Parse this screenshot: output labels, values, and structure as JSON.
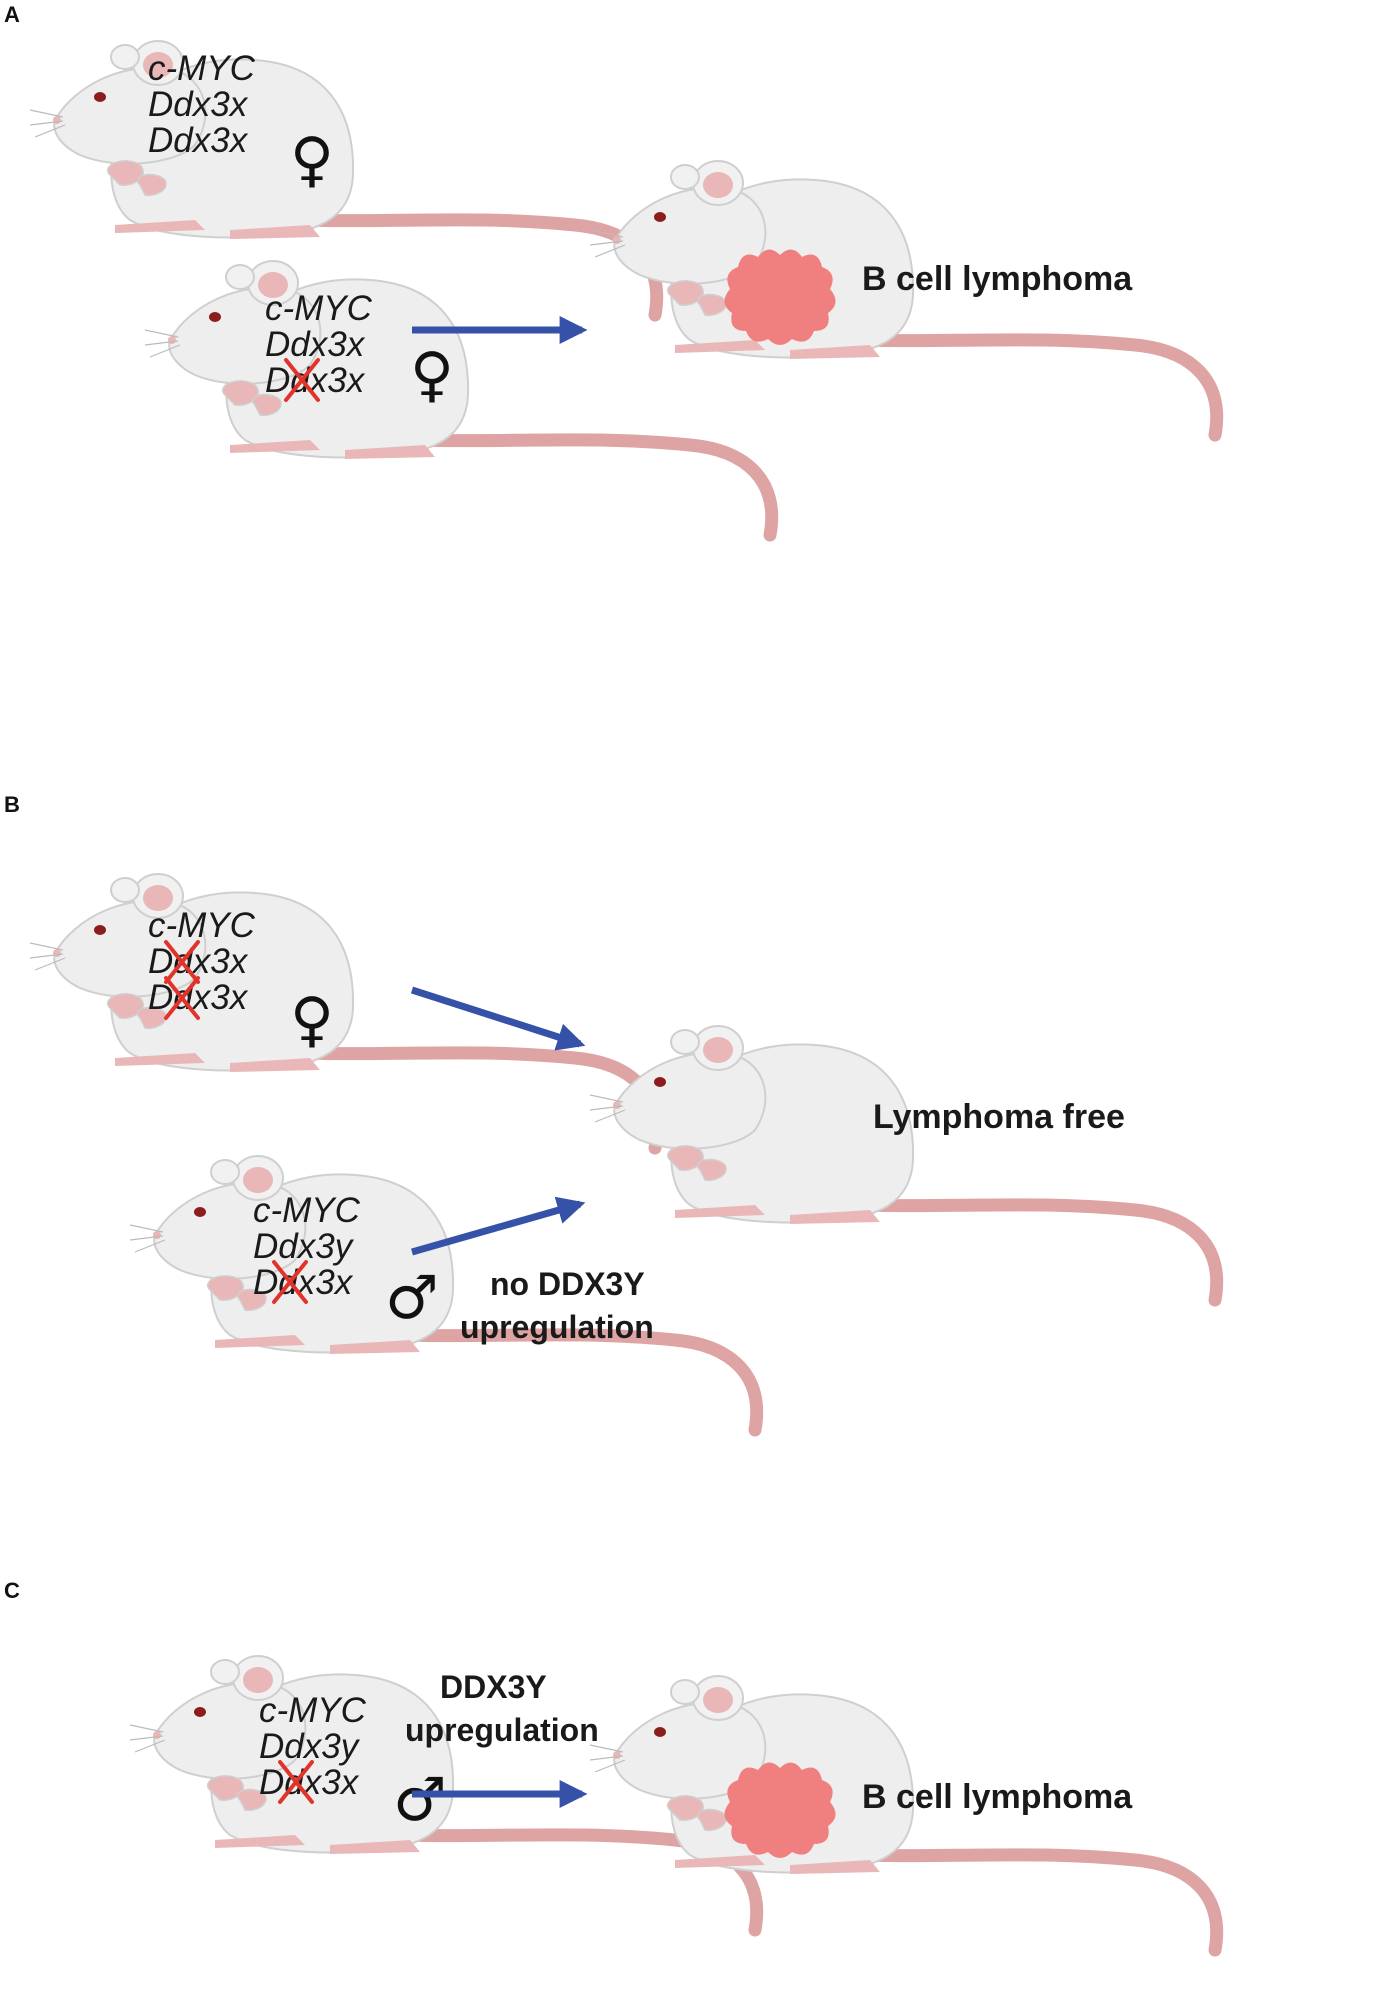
{
  "colors": {
    "mouse_body": "#eeeeee",
    "mouse_outline": "#c9c9c9",
    "ear_pink": "#e9b7b7",
    "tail": "#dea3a3",
    "eye": "#8b1d1d",
    "tumor": "#f08080",
    "arrow": "#3651a8",
    "knockout_x": "#e2332b"
  },
  "panels": {
    "a": {
      "letter": "A",
      "mouse1": {
        "lines": [
          "c-MYC",
          "Ddx3x",
          "Ddx3x"
        ],
        "sex": "♀"
      },
      "mouse2": {
        "lines": [
          "c-MYC",
          "Ddx3x",
          "Ddx3x"
        ],
        "sex": "♀"
      },
      "outcome": "B cell lymphoma"
    },
    "b": {
      "letter": "B",
      "mouse1": {
        "lines": [
          "c-MYC",
          "Ddx3x",
          "Ddx3x"
        ],
        "sex": "♀"
      },
      "mouse2": {
        "lines": [
          "c-MYC",
          "Ddx3y",
          "Ddx3x"
        ],
        "sex": "♂"
      },
      "arrow_label": [
        "no DDX3Y",
        "upregulation"
      ],
      "outcome": "Lymphoma free"
    },
    "c": {
      "letter": "C",
      "mouse1": {
        "lines": [
          "c-MYC",
          "Ddx3y",
          "Ddx3x"
        ],
        "sex": "♂"
      },
      "arrow_label": [
        "DDX3Y",
        "upregulation"
      ],
      "outcome": "B cell lymphoma"
    }
  }
}
